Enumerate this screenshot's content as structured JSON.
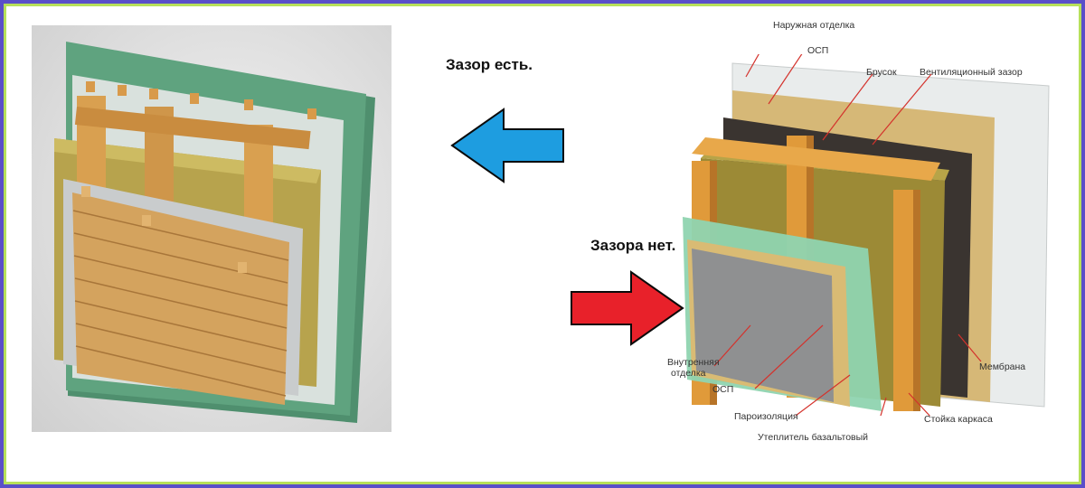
{
  "captions": {
    "gap_yes": "Зазор есть.",
    "gap_no": "Зазора нет."
  },
  "arrows": {
    "left_arrow_color": "#1e9de0",
    "right_arrow_color": "#e8212a"
  },
  "frame": {
    "border_color": "#5a4fc9",
    "inner_border_color": "#b7e05a"
  },
  "labels": {
    "exterior_finish": "Наружная отделка",
    "osb_outer": "ОСП",
    "batten": "Брусок",
    "vent_gap": "Вентиляционный зазор",
    "interior_finish_1": "Внутренняя",
    "interior_finish_2": "отделка",
    "osb_inner": "ОСП",
    "membrane": "Мембрана",
    "vapor_barrier": "Пароизоляция",
    "frame_post": "Стойка каркаса",
    "insulation": "Утеплитель базальтовый"
  }
}
